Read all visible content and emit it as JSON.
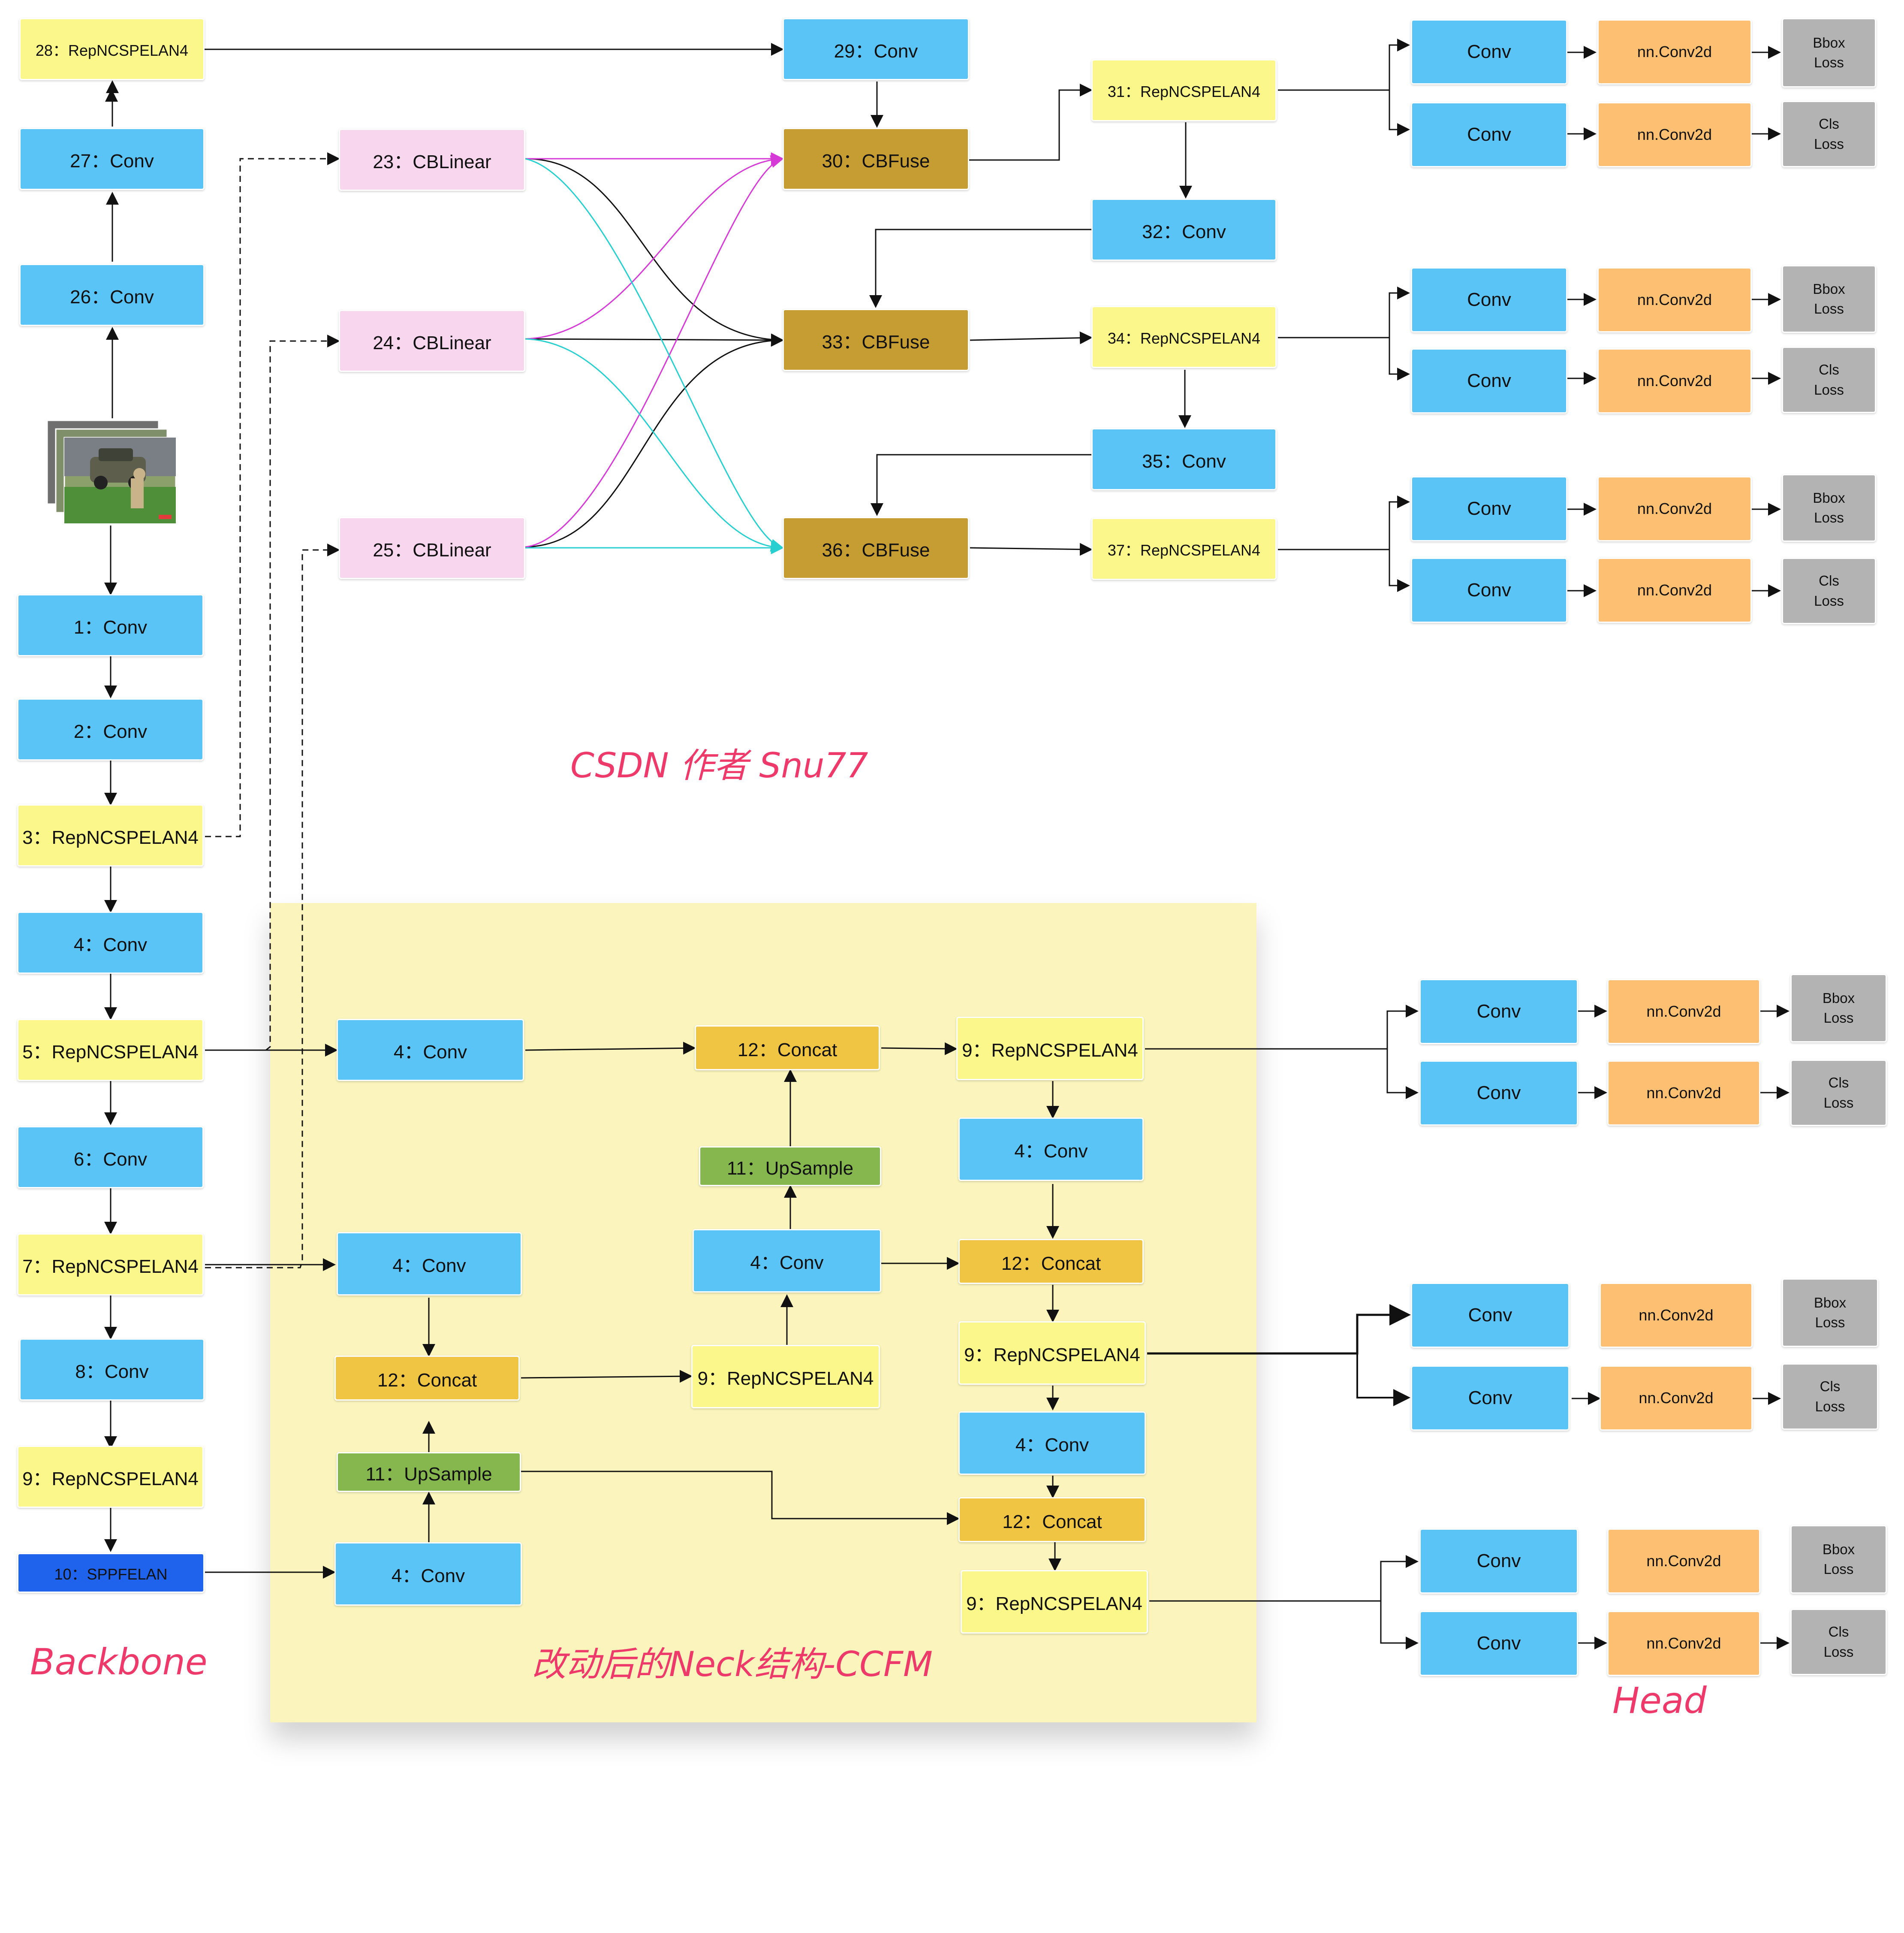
{
  "backbone": {
    "title": "Backbone",
    "nodes": [
      {
        "id": "b28",
        "text": "28：RepNCSPELAN4"
      },
      {
        "id": "b27",
        "text": "27：Conv"
      },
      {
        "id": "b26",
        "text": "26：Conv"
      },
      {
        "id": "b1",
        "text": "1：Conv"
      },
      {
        "id": "b2",
        "text": "2：Conv"
      },
      {
        "id": "b3",
        "text": "3：RepNCSPELAN4"
      },
      {
        "id": "b4",
        "text": "4：Conv"
      },
      {
        "id": "b5",
        "text": "5：RepNCSPELAN4"
      },
      {
        "id": "b6",
        "text": "6：Conv"
      },
      {
        "id": "b7",
        "text": "7：RepNCSPELAN4"
      },
      {
        "id": "b8",
        "text": "8：Conv"
      },
      {
        "id": "b9",
        "text": "9：RepNCSPELAN4"
      },
      {
        "id": "b10",
        "text": "10：SPPFELAN"
      }
    ]
  },
  "aux": {
    "nodes": [
      {
        "id": "c23",
        "text": "23：CBLinear"
      },
      {
        "id": "c24",
        "text": "24：CBLinear"
      },
      {
        "id": "c25",
        "text": "25：CBLinear"
      },
      {
        "id": "c29",
        "text": "29：Conv"
      },
      {
        "id": "c30",
        "text": "30：CBFuse"
      },
      {
        "id": "c33",
        "text": "33：CBFuse"
      },
      {
        "id": "c36",
        "text": "36：CBFuse"
      },
      {
        "id": "c31",
        "text": "31：RepNCSPELAN4"
      },
      {
        "id": "c32",
        "text": "32：Conv"
      },
      {
        "id": "c34",
        "text": "34：RepNCSPELAN4"
      },
      {
        "id": "c35",
        "text": "35：Conv"
      },
      {
        "id": "c37",
        "text": "37：RepNCSPELAN4"
      }
    ]
  },
  "neck": {
    "title": "改动后的Neck结构-CCFM",
    "nodes": [
      {
        "id": "n1",
        "text": "4：Conv"
      },
      {
        "id": "n2",
        "text": "12：Concat"
      },
      {
        "id": "n3",
        "text": "9：RepNCSPELAN4"
      },
      {
        "id": "n4",
        "text": "11：UpSample"
      },
      {
        "id": "n5",
        "text": "4：Conv"
      },
      {
        "id": "n6",
        "text": "4：Conv"
      },
      {
        "id": "n7",
        "text": "4：Conv"
      },
      {
        "id": "n8",
        "text": "12：Concat"
      },
      {
        "id": "n9",
        "text": "12：Concat"
      },
      {
        "id": "n10",
        "text": "9：RepNCSPELAN4"
      },
      {
        "id": "n11",
        "text": "9：RepNCSPELAN4"
      },
      {
        "id": "n12",
        "text": "11：UpSample"
      },
      {
        "id": "n13",
        "text": "4：Conv"
      },
      {
        "id": "n14",
        "text": "4：Conv"
      },
      {
        "id": "n15",
        "text": "12：Concat"
      },
      {
        "id": "n16",
        "text": "9：RepNCSPELAN4"
      }
    ]
  },
  "head": {
    "title": "Head",
    "conv_text": "Conv",
    "conv2d_text": "nn.Conv2d",
    "bbox_loss_text": "Bbox\nLoss",
    "cls_loss_text": "Cls\nLoss"
  },
  "watermark": {
    "text": "CSDN 作者 Snu77"
  },
  "colors": {
    "conv": "#5bc4f6",
    "repncspelan4": "#fbf78a",
    "cblinear": "#f8d6ee",
    "cbfuse": "#c69d33",
    "conv2d": "#fdbf72",
    "loss": "#b3b3b3",
    "concat": "#f1c544",
    "upsample": "#85b74e",
    "sppfelan": "#1f62eb",
    "label": "#ee3a6a",
    "neck_bg": "#fbf5bd",
    "edge_magenta": "#d63ad6",
    "edge_cyan": "#27cfd0"
  }
}
